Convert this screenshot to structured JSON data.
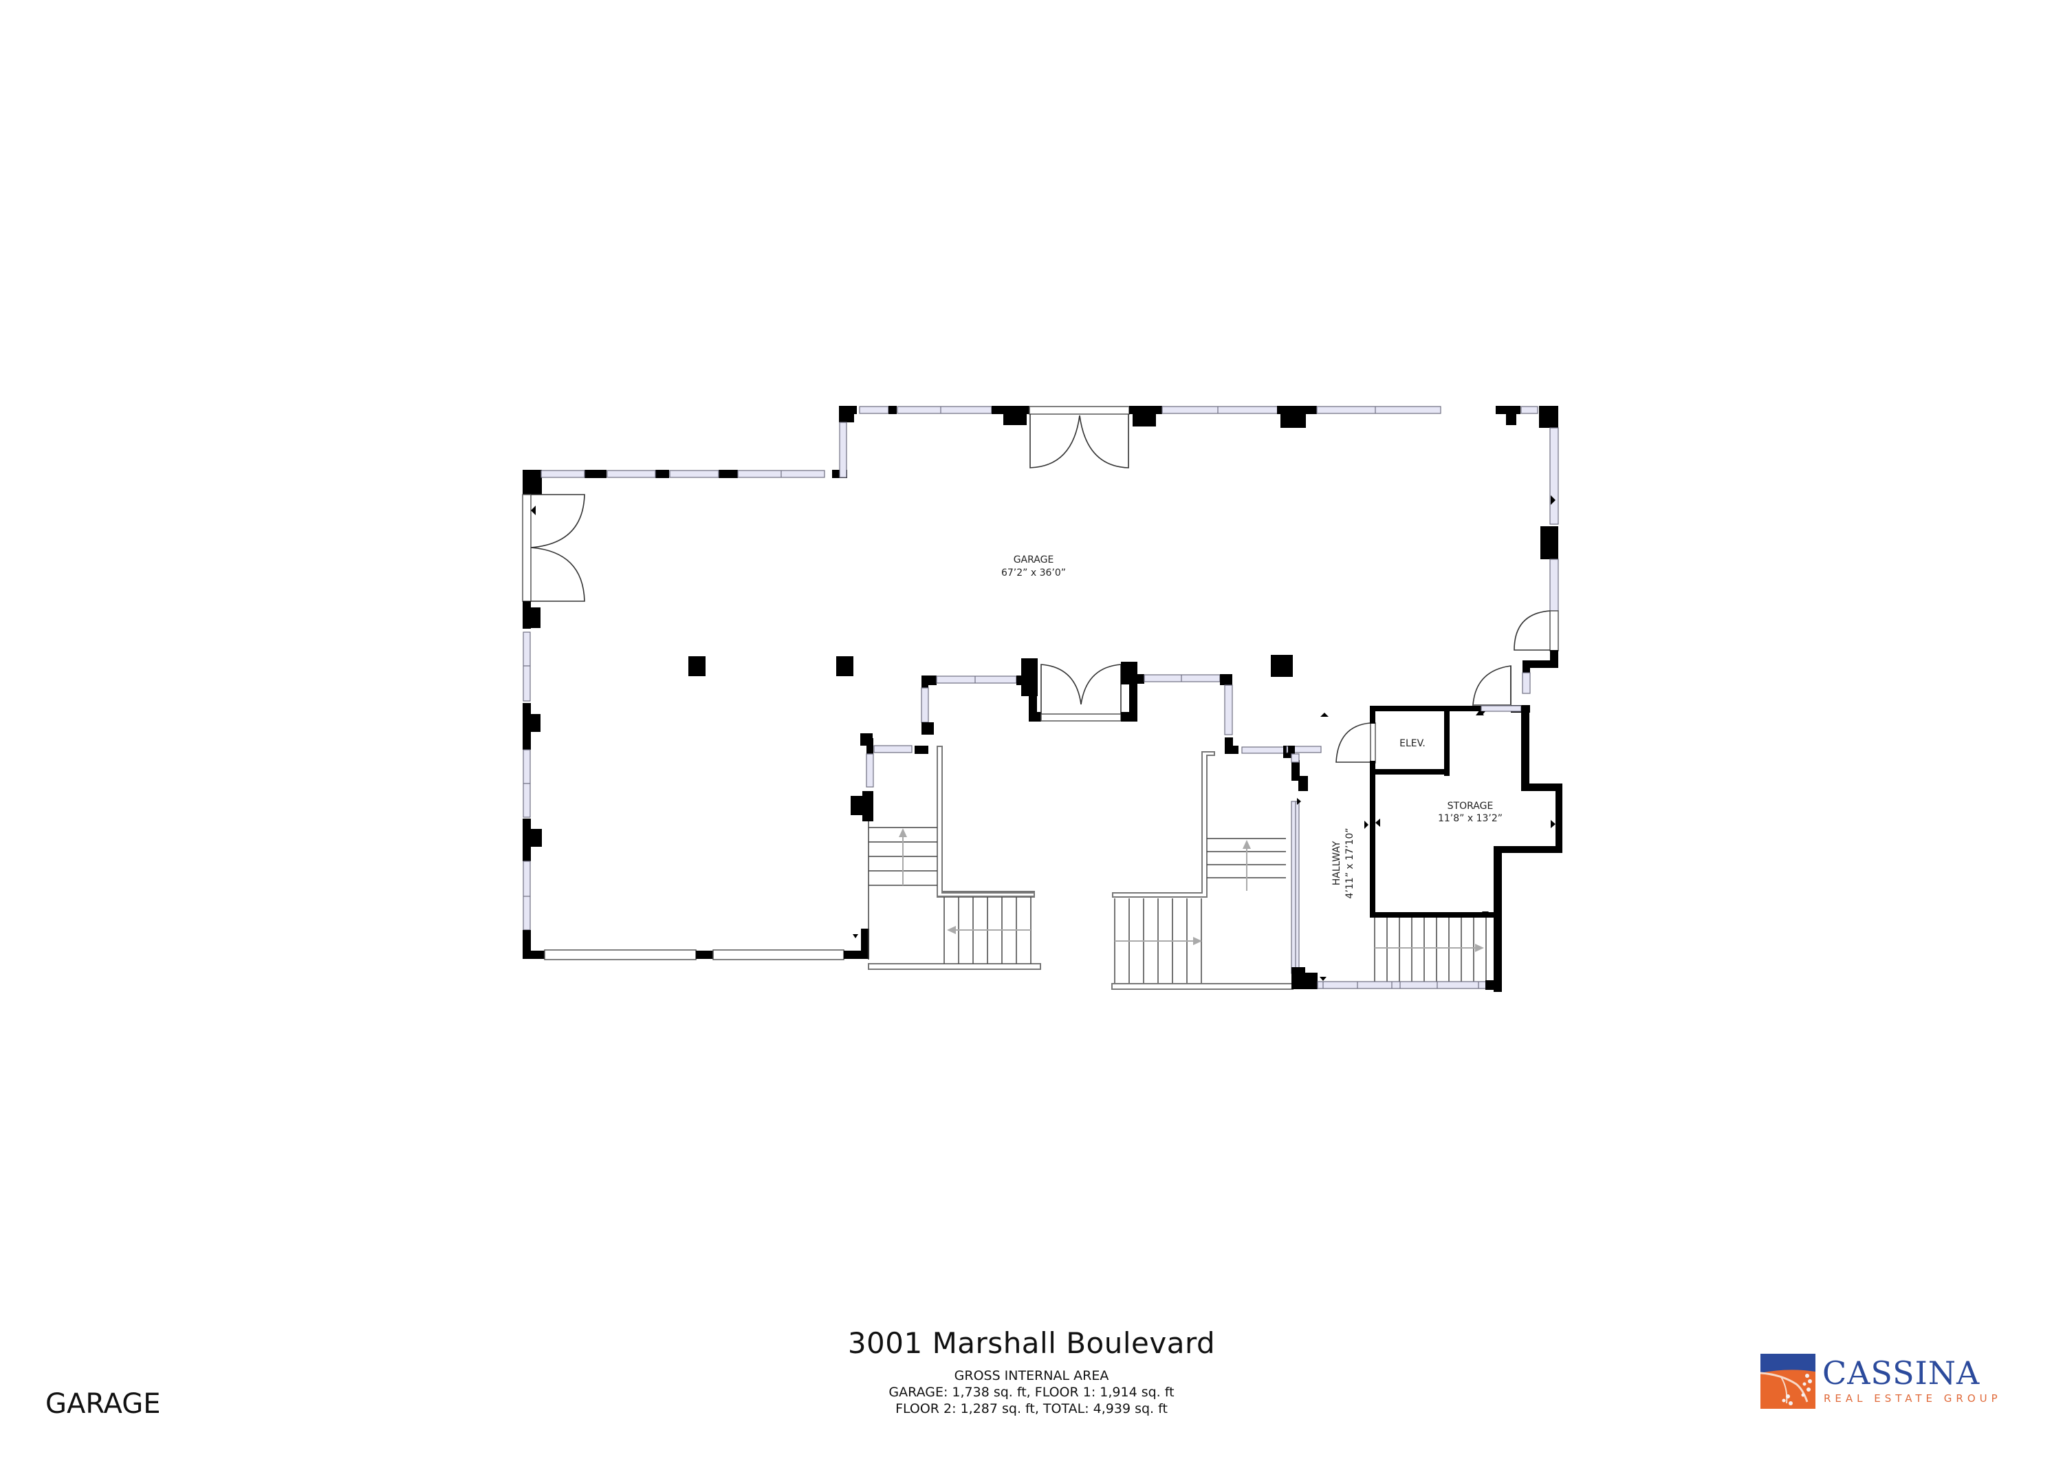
{
  "floor_name": "GARAGE",
  "address": "3001 Marshall Boulevard",
  "gross_area": {
    "heading": "GROSS INTERNAL AREA",
    "line1": "GARAGE: 1,738 sq. ft, FLOOR 1: 1,914 sq. ft",
    "line2": "FLOOR 2: 1,287 sq. ft, TOTAL: 4,939 sq. ft"
  },
  "rooms": {
    "garage": {
      "name": "GARAGE",
      "dims": "67’2” x 36’0”"
    },
    "elevator": {
      "name": "ELEV."
    },
    "storage": {
      "name": "STORAGE",
      "dims": "11’8” x 13’2”"
    },
    "hallway": {
      "name": "HALLWAY",
      "dims": "4’11” x 17’10”"
    }
  },
  "logo": {
    "wordmark": "CASSINA",
    "tagline": "REAL ESTATE GROUP",
    "colors": {
      "blue": "#2b4a9c",
      "orange": "#e8672c"
    }
  },
  "colors": {
    "wall": "#000000",
    "window_glass": "#e6e6f5",
    "stair_arrow": "#aaaaaa"
  }
}
